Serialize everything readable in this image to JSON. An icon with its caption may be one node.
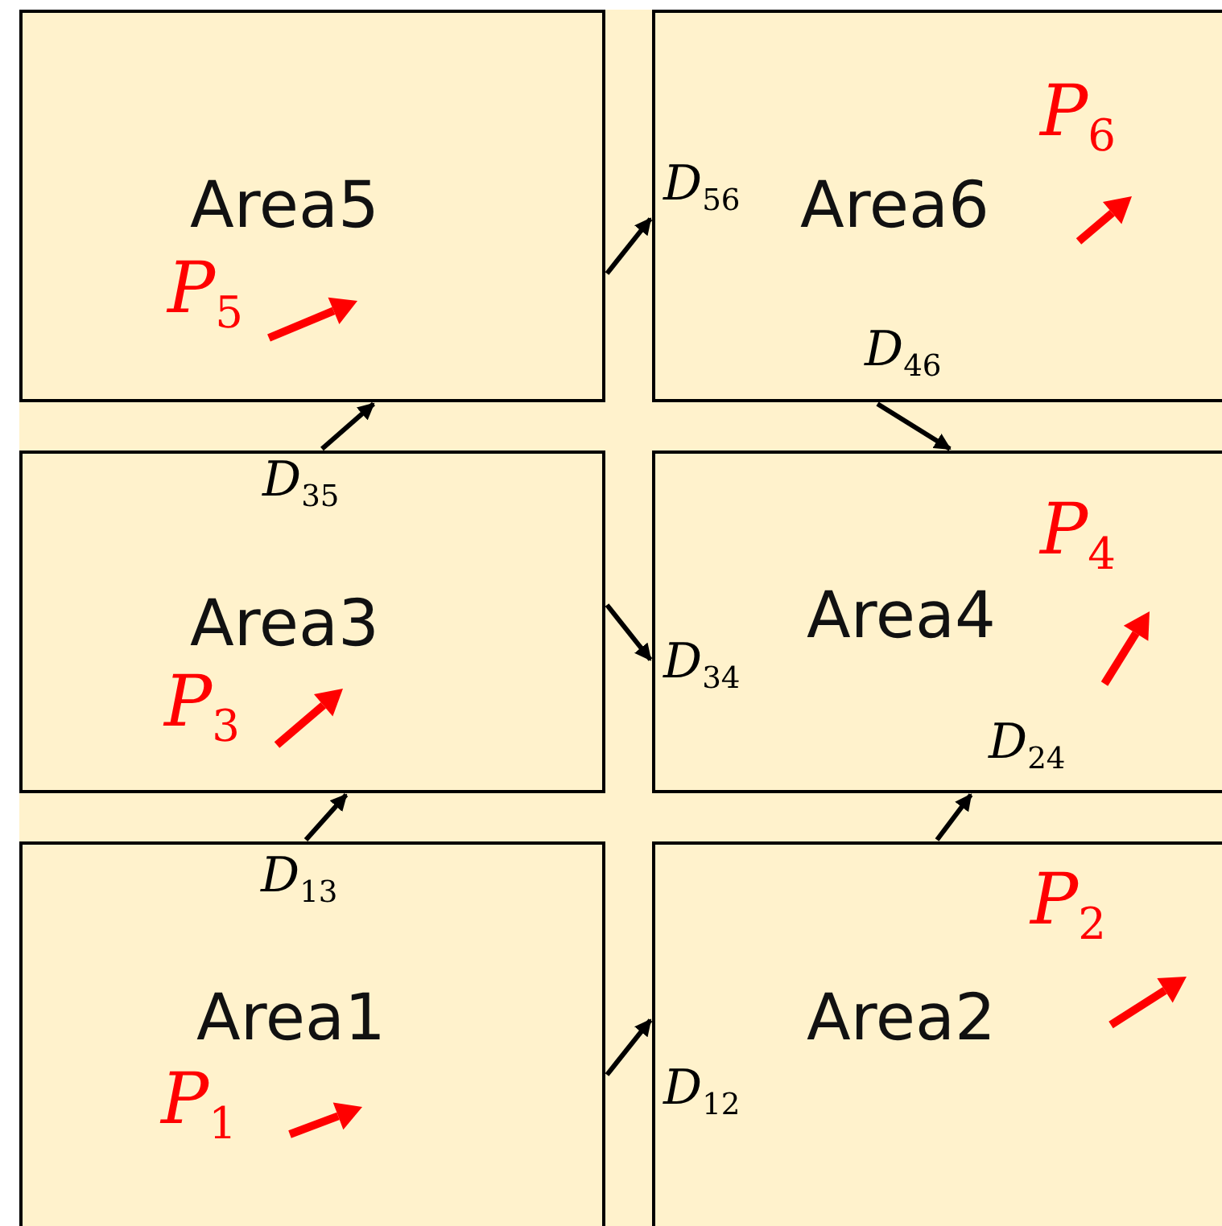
{
  "diagram": {
    "nodes": [
      {
        "text": [
          "Area5",
          "*P*$_{5}$"
        ]
      },
      {
        "text": [
          "Area6",
          "*P*$_{6}$"
        ]
      },
      {
        "text": [
          "Area3",
          "*P*$_{3}$"
        ]
      },
      {
        "text": [
          "Area4",
          "*P*$_{4}$"
        ]
      },
      {
        "text": [
          "Area1",
          "*P*$_{1}$"
        ]
      },
      {
        "text": [
          "Area2",
          "*P*$_{2}$"
        ]
      }
    ],
    "edges": [
      {
        "from": 0,
        "to": 1,
        "arrow": "to",
        "label": "*D*$_{56}$"
      },
      {
        "from": 1,
        "to": 3,
        "arrow": "to",
        "label": "*D*$_{46}$"
      },
      {
        "from": 2,
        "to": 0,
        "arrow": "to",
        "label": "*D*$_{35}$"
      },
      {
        "from": 2,
        "to": 3,
        "arrow": "to",
        "label": "*D*$_{34}$"
      },
      {
        "from": 5,
        "to": 3,
        "arrow": "to",
        "label": "*D*$_{24}$"
      },
      {
        "from": 4,
        "to": 2,
        "arrow": "to",
        "label": "*D*$_{13}$"
      },
      {
        "from": 4,
        "to": 5,
        "arrow": "to",
        "label": "*D*$_{12}$"
      }
    ]
  }
}
